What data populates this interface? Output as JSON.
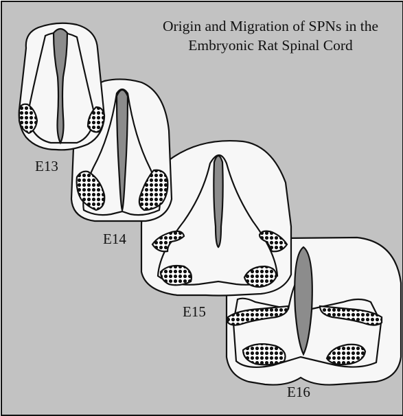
{
  "title": {
    "line1": "Origin and Migration of SPNs in the",
    "line2": "Embryonic Rat Spinal Cord"
  },
  "stages": [
    {
      "label": "E13"
    },
    {
      "label": "E14"
    },
    {
      "label": "E15"
    },
    {
      "label": "E16"
    }
  ],
  "colors": {
    "background": "#c2c2c2",
    "section_fill": "#f7f7f7",
    "canal_fill": "#8c8c8c",
    "outline": "#111111"
  }
}
